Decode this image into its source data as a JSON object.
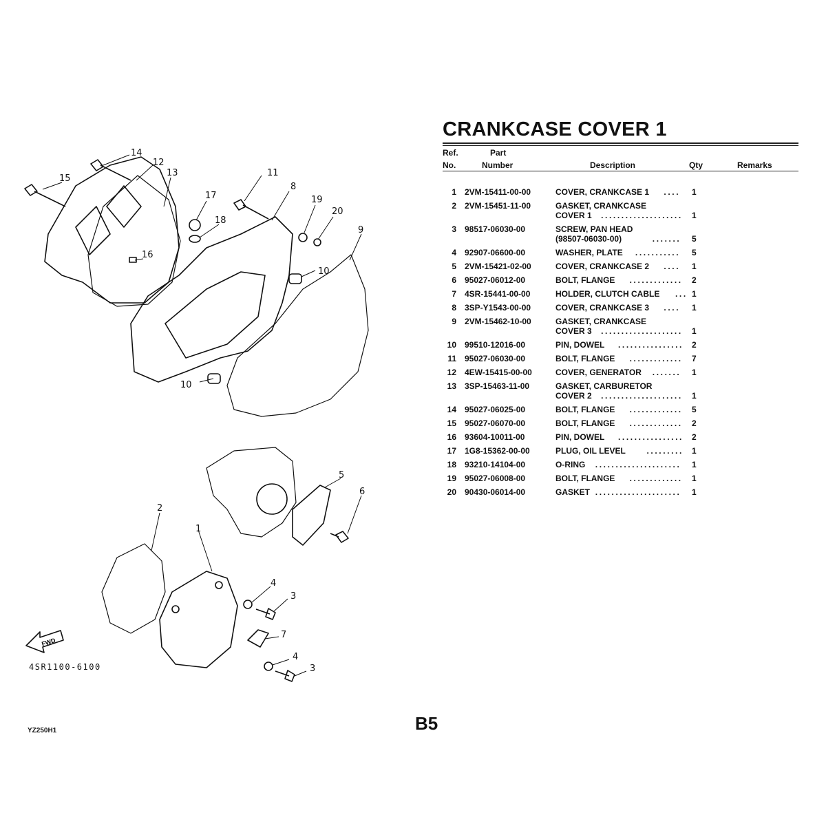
{
  "title": "CRANKCASE COVER 1",
  "header": {
    "ref_line1": "Ref.",
    "ref_line2": "No.",
    "part_line1": "Part",
    "part_line2": "Number",
    "description": "Description",
    "qty": "Qty",
    "remarks": "Remarks"
  },
  "parts": [
    {
      "ref": "1",
      "part_number": "2VM-15411-00-00",
      "description": "COVER, CRANKCASE 1",
      "description_line2": "",
      "qty": "1"
    },
    {
      "ref": "2",
      "part_number": "2VM-15451-11-00",
      "description": "GASKET, CRANKCASE",
      "description_line2": "COVER 1",
      "qty": "1"
    },
    {
      "ref": "3",
      "part_number": "98517-06030-00",
      "description": "SCREW, PAN HEAD",
      "description_line2": "(98507-06030-00)",
      "qty": "5"
    },
    {
      "ref": "4",
      "part_number": "92907-06600-00",
      "description": "WASHER, PLATE",
      "description_line2": "",
      "qty": "5"
    },
    {
      "ref": "5",
      "part_number": "2VM-15421-02-00",
      "description": "COVER, CRANKCASE 2",
      "description_line2": "",
      "qty": "1"
    },
    {
      "ref": "6",
      "part_number": "95027-06012-00",
      "description": "BOLT, FLANGE",
      "description_line2": "",
      "qty": "2"
    },
    {
      "ref": "7",
      "part_number": "4SR-15441-00-00",
      "description": "HOLDER, CLUTCH CABLE",
      "description_line2": "",
      "qty": "1"
    },
    {
      "ref": "8",
      "part_number": "3SP-Y1543-00-00",
      "description": "COVER, CRANKCASE 3",
      "description_line2": "",
      "qty": "1"
    },
    {
      "ref": "9",
      "part_number": "2VM-15462-10-00",
      "description": "GASKET, CRANKCASE",
      "description_line2": "COVER 3",
      "qty": "1"
    },
    {
      "ref": "10",
      "part_number": "99510-12016-00",
      "description": "PIN, DOWEL",
      "description_line2": "",
      "qty": "2"
    },
    {
      "ref": "11",
      "part_number": "95027-06030-00",
      "description": "BOLT, FLANGE",
      "description_line2": "",
      "qty": "7"
    },
    {
      "ref": "12",
      "part_number": "4EW-15415-00-00",
      "description": "COVER, GENERATOR",
      "description_line2": "",
      "qty": "1"
    },
    {
      "ref": "13",
      "part_number": "3SP-15463-11-00",
      "description": "GASKET, CARBURETOR",
      "description_line2": "COVER 2",
      "qty": "1"
    },
    {
      "ref": "14",
      "part_number": "95027-06025-00",
      "description": "BOLT, FLANGE",
      "description_line2": "",
      "qty": "5"
    },
    {
      "ref": "15",
      "part_number": "95027-06070-00",
      "description": "BOLT, FLANGE",
      "description_line2": "",
      "qty": "2"
    },
    {
      "ref": "16",
      "part_number": "93604-10011-00",
      "description": "PIN, DOWEL",
      "description_line2": "",
      "qty": "2"
    },
    {
      "ref": "17",
      "part_number": "1G8-15362-00-00",
      "description": "PLUG, OIL LEVEL",
      "description_line2": "",
      "qty": "1"
    },
    {
      "ref": "18",
      "part_number": "93210-14104-00",
      "description": "O-RING",
      "description_line2": "",
      "qty": "1"
    },
    {
      "ref": "19",
      "part_number": "95027-06008-00",
      "description": "BOLT, FLANGE",
      "description_line2": "",
      "qty": "1"
    },
    {
      "ref": "20",
      "part_number": "90430-06014-00",
      "description": "GASKET",
      "description_line2": "",
      "qty": "1"
    }
  ],
  "diagram": {
    "callouts": [
      "14",
      "12",
      "13",
      "15",
      "11",
      "8",
      "17",
      "18",
      "19",
      "20",
      "9",
      "10",
      "16",
      "10",
      "5",
      "6",
      "2",
      "1",
      "4",
      "3",
      "7",
      "4",
      "3"
    ],
    "fwd_label": "FWD",
    "drawing_code": "4SR1100-6100"
  },
  "page_number": "B5",
  "model_code": "YZ250H1"
}
